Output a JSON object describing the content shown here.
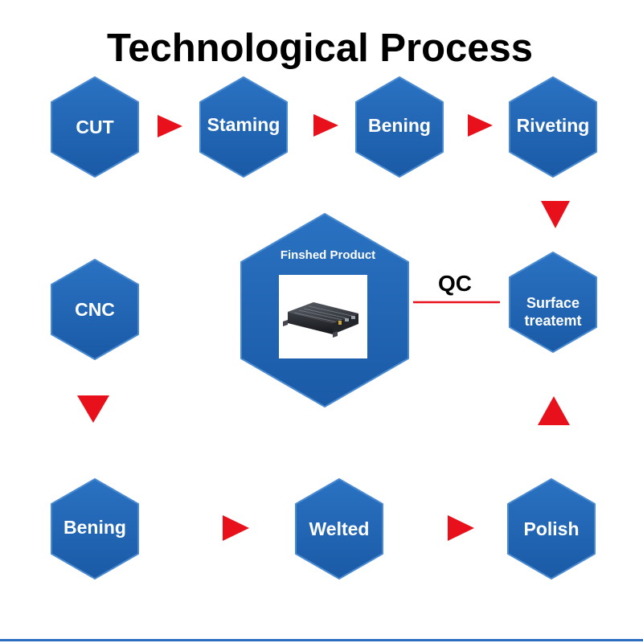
{
  "title": "Technological Process",
  "colors": {
    "hex_fill": "#1f64b2",
    "hex_stroke": "#4a8ad0",
    "arrow": "#e8101a",
    "qc_line": "#e8101a",
    "bottom_rule": "#2a6cc0"
  },
  "steps": {
    "cut": "CUT",
    "staming": "Staming",
    "bening_top": "Bening",
    "riveting": "Riveting",
    "surface_line1": "Surface",
    "surface_line2": "treatemt",
    "cnc": "CNC",
    "bening_bottom": "Bening",
    "welted": "Welted",
    "polish": "Polish"
  },
  "product": {
    "label": "Finshed Product",
    "image": "aluminum-enclosure-box"
  },
  "qc": "QC"
}
